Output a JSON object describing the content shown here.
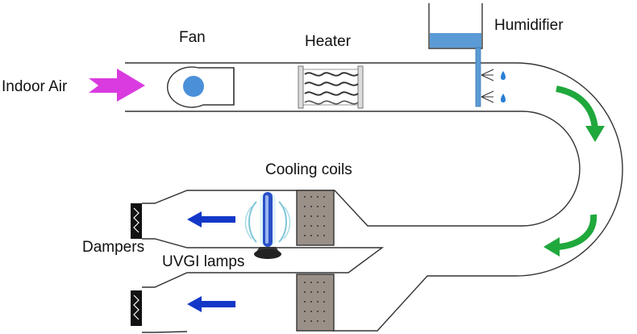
{
  "labels": {
    "indoor_air": "Indoor Air",
    "fan": "Fan",
    "heater": "Heater",
    "humidifier": "Humidifier",
    "cooling_coils": "Cooling coils",
    "dampers": "Dampers",
    "uvgi_lamps": "UVGI lamps"
  },
  "colors": {
    "inlet_arrow": "#d93be0",
    "flow_arrow_green": "#1fa83c",
    "outlet_arrow_blue": "#1338c8",
    "fan_rotor": "#4a90d9",
    "humidifier_water": "#5b9bd5",
    "coil_fill": "#9a9088",
    "uvgi_glow": "#7ec6d8"
  }
}
